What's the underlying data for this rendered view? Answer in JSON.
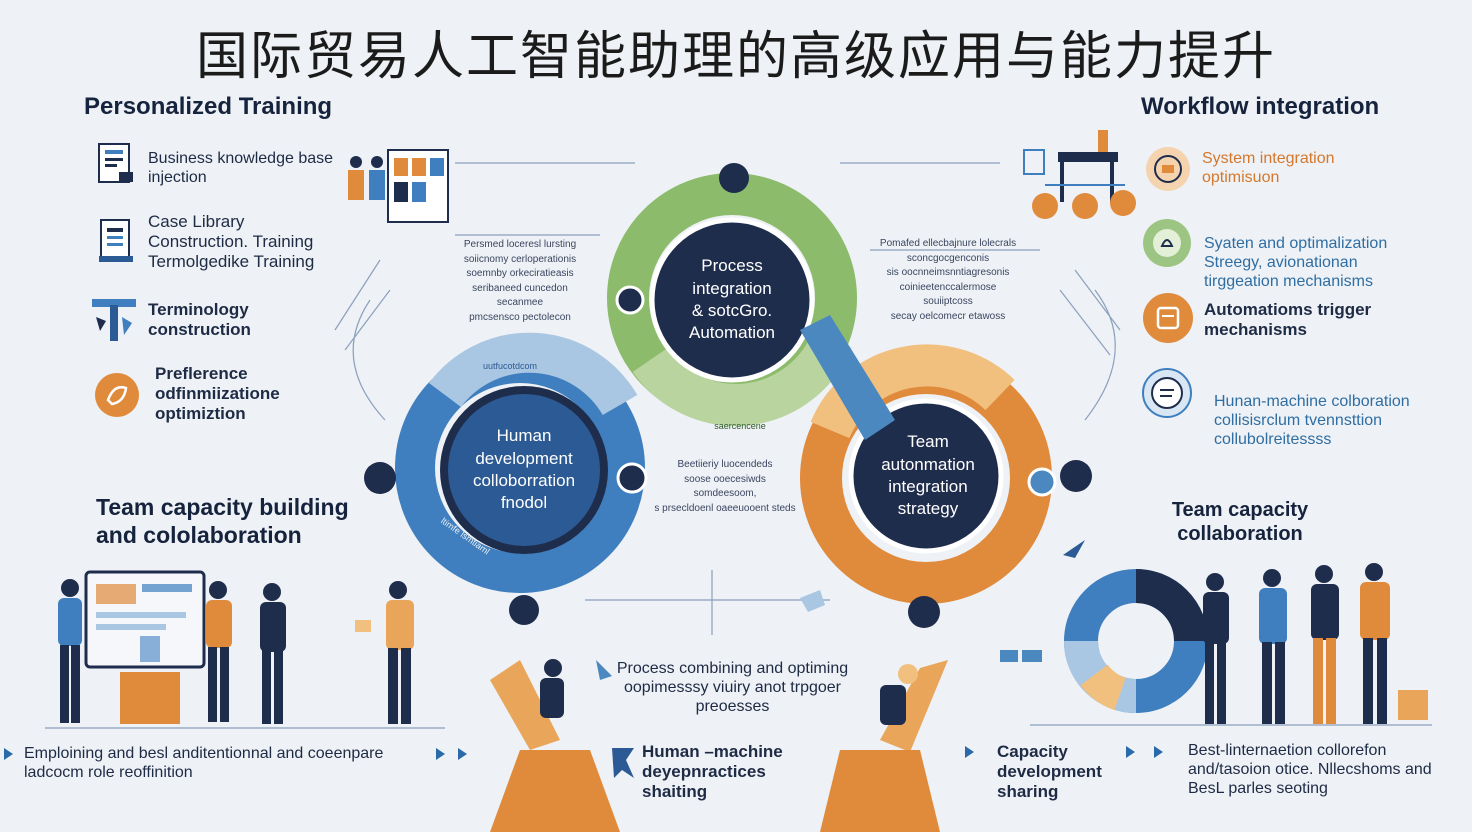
{
  "title": "国际贸易人工智能助理的高级应用与能力提升",
  "personalized_training": {
    "heading": "Personalized Training",
    "items": [
      {
        "icon": "document-icon",
        "text": "Business knowledge base\ninjection"
      },
      {
        "icon": "case-library-icon",
        "text": "Case Library\nConstruction. Training\nTermolgedike Training"
      },
      {
        "icon": "terminology-icon",
        "text": "Terminology\nconstruction"
      },
      {
        "icon": "preference-icon",
        "text": "Preflerence\nodfinmiizatione\noptimiztion"
      }
    ]
  },
  "workflow_integration": {
    "heading": "Workflow integration",
    "items": [
      {
        "icon": "system-integration-icon",
        "text": "System integration\noptimisuon"
      },
      {
        "icon": "strategy-icon",
        "text": "Syaten and optimalization\nStreegy,  avionationan\ntirggeation mechanisms"
      },
      {
        "icon": "automation-icon",
        "text": "Automatioms trigger\nmechanisms"
      },
      {
        "icon": "collaboration-icon",
        "text": "Hunan-machine colboration\ncollisisrclum tvennsttion\ncollubolreitessss"
      }
    ]
  },
  "team_left": {
    "heading": "Team capacity building\nand cololaboration"
  },
  "team_right": {
    "heading": "Team capacity\ncollaboration"
  },
  "circles": {
    "green": "Process\nintegration\n& sotcGro.\nAutomation",
    "blue": "Human\ndevelopment\ncolloborration\nfnodol",
    "orange": "Team\nautonmation\nintegration\nstrategy"
  },
  "small_notes": {
    "left": "Persmed loceresl lursting\nsoiicnomy cerloperationis\nsoemnby orkeciratieasis\nseribaneed cuncedon\nsecanmee\npmcsensco pectolecon",
    "right": "Pomafed ellecbajnure lolecrals\nsconcgocgenconis\nsis oocnneimsnntiagresonis\ncoinieetenccalermose\nsouiiptcoss\nsecay oelcomecr etawoss",
    "center": "Beetiieriy luocendeds\nsoose ooecesiwds\nsomdeesoom,\ns prsecldoenl oaeeuooent steds",
    "blue_arc_top": "uutfucotdcom",
    "blue_arc_side": "ltimfe lsmtiaml",
    "green_arc": "saercencene"
  },
  "bottom": {
    "left": "Emploining and besl anditentionnal and coeenpare\nladcocm role reoffinition",
    "center_top": "Process combining and optiming\noopimesssy viuiry anot trpgoer\npreoesses",
    "center_bottom": "Human –machine\ndeyepnractices\nshaiting",
    "right_mid": "Capacity\ndevelopment\nsharing",
    "right": "Best-linternaetion collorefon\nand/tasoion otice. Nllecshoms and\nBesL parles seoting"
  },
  "colors": {
    "navy": "#1f2d4d",
    "blue": "#3f7fbf",
    "light_blue": "#a9c7e2",
    "green": "#8dbb6c",
    "light_green": "#b9d49f",
    "orange": "#e08a3c",
    "light_orange": "#f1c07e",
    "background": "#eef1f5"
  }
}
